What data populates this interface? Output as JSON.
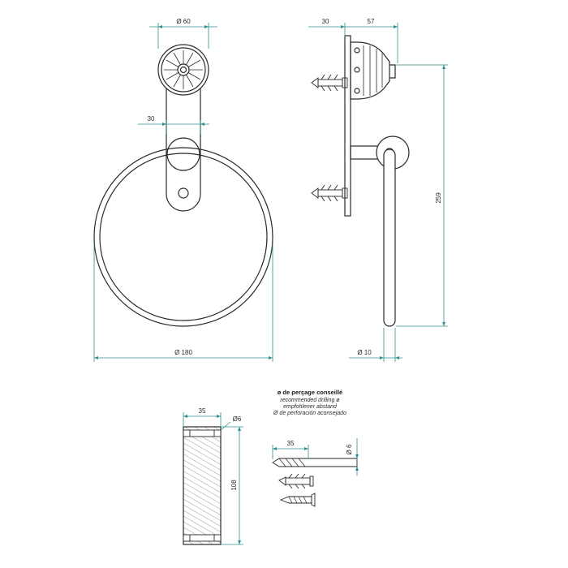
{
  "front_view": {
    "dim_rosette_diameter": "Ø 60",
    "dim_plate_width": "30",
    "dim_ring_diameter": "Ø 180"
  },
  "side_view": {
    "dim_plate_depth": "30",
    "dim_rosette_depth": "57",
    "dim_height": "259",
    "dim_rod_diameter": "Ø 10"
  },
  "mounting_block": {
    "dim_depth": "35",
    "dim_hole": "Ø6",
    "dim_height": "108"
  },
  "drilling_note": {
    "title": "ø de perçage conseillé",
    "line_en": "recommended drilling ø",
    "line_de": "empfohlener abstand",
    "line_es": "Ø de perforación aconsejado",
    "dim_length": "35",
    "dim_diameter": "Ø 6"
  },
  "colors": {
    "line": "#2a2a2a",
    "dimension": "#2f8f8f",
    "background": "#ffffff"
  }
}
